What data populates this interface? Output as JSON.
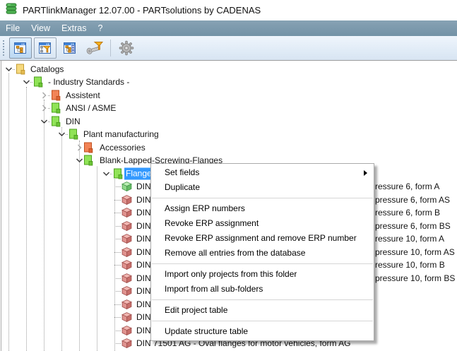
{
  "window": {
    "title": "PARTlinkManager 12.07.00 - PARTsolutions by CADENAS"
  },
  "menubar": {
    "items": [
      "File",
      "View",
      "Extras",
      "?"
    ]
  },
  "toolbar": {
    "buttons": [
      {
        "icon": "window-tree-icon",
        "state": "pressed"
      },
      {
        "icon": "window-tree-filter-icon",
        "state": "toggled"
      },
      {
        "icon": "window-tree-table-icon",
        "state": "normal"
      },
      {
        "icon": "bolt-filter-icon",
        "state": "normal"
      },
      {
        "icon": "gear-icon",
        "state": "disabled"
      }
    ]
  },
  "tree": {
    "rows": [
      {
        "label": "Catalogs",
        "depth": 0,
        "icon": "folder",
        "color": "yellow",
        "expander": "expanded"
      },
      {
        "label": "- Industry Standards -",
        "depth": 1,
        "icon": "folder",
        "color": "green",
        "expander": "expanded"
      },
      {
        "label": "Assistent",
        "depth": 2,
        "icon": "folder",
        "color": "orange",
        "expander": "collapsed"
      },
      {
        "label": "ANSI / ASME",
        "depth": 2,
        "icon": "folder",
        "color": "green",
        "expander": "collapsed"
      },
      {
        "label": "DIN",
        "depth": 2,
        "icon": "folder",
        "color": "green",
        "expander": "expanded"
      },
      {
        "label": "Plant manufacturing",
        "depth": 3,
        "icon": "folder",
        "color": "green",
        "expander": "expanded"
      },
      {
        "label": "Accessories",
        "depth": 4,
        "icon": "folder",
        "color": "orange",
        "expander": "collapsed"
      },
      {
        "label": "Blank-Lapped-Screwing-Flanges",
        "depth": 4,
        "icon": "folder",
        "color": "green",
        "expander": "expanded"
      },
      {
        "label": "Flanges",
        "depth": 5,
        "icon": "folder",
        "color": "green",
        "expander": "expanded",
        "selected": true
      },
      {
        "label": "DIN",
        "depth": 6,
        "icon": "cube",
        "color": "green",
        "suffix": "ressure 6, form A"
      },
      {
        "label": "DIN",
        "depth": 6,
        "icon": "cube",
        "color": "red",
        "suffix": "pressure 6, form AS"
      },
      {
        "label": "DIN",
        "depth": 6,
        "icon": "cube",
        "color": "red",
        "suffix": "ressure 6, form B"
      },
      {
        "label": "DIN",
        "depth": 6,
        "icon": "cube",
        "color": "red",
        "suffix": "pressure 6, form BS"
      },
      {
        "label": "DIN",
        "depth": 6,
        "icon": "cube",
        "color": "red",
        "suffix": "ressure 10, form A"
      },
      {
        "label": "DIN",
        "depth": 6,
        "icon": "cube",
        "color": "red",
        "suffix": "pressure 10, form AS"
      },
      {
        "label": "DIN",
        "depth": 6,
        "icon": "cube",
        "color": "red",
        "suffix": "ressure 10, form B"
      },
      {
        "label": "DIN",
        "depth": 6,
        "icon": "cube",
        "color": "red",
        "suffix": "pressure 10, form BS"
      },
      {
        "label": "DIN",
        "depth": 6,
        "icon": "cube",
        "color": "red"
      },
      {
        "label": "DIN",
        "depth": 6,
        "icon": "cube",
        "color": "red"
      },
      {
        "label": "DIN",
        "depth": 6,
        "icon": "cube",
        "color": "red"
      },
      {
        "label": "DIN",
        "depth": 6,
        "icon": "cube",
        "color": "red"
      },
      {
        "label": "DIN 71501 AG - Oval flanges for motor vehicles, form AG",
        "depth": 6,
        "icon": "cube",
        "color": "red"
      }
    ]
  },
  "context_menu": {
    "items": [
      {
        "label": "Set fields",
        "has_submenu": true
      },
      {
        "label": "Duplicate"
      },
      {
        "type": "separator"
      },
      {
        "label": "Assign ERP numbers"
      },
      {
        "label": "Revoke ERP assignment"
      },
      {
        "label": "Revoke ERP assignment and remove ERP number"
      },
      {
        "label": "Remove all entries from the database"
      },
      {
        "type": "separator"
      },
      {
        "label": "Import only projects from this folder"
      },
      {
        "label": "Import from all sub-folders"
      },
      {
        "type": "separator"
      },
      {
        "label": "Edit project table"
      },
      {
        "type": "separator"
      },
      {
        "label": "Update structure table"
      }
    ]
  },
  "colors": {
    "selection_bg": "#3399ff",
    "selection_text": "#ffffff",
    "menubar_bg": "#7e9aad",
    "folder": {
      "yellow": {
        "fill": "#f6d97e",
        "edge": "#e5bb52",
        "stroke": "#c19a33"
      },
      "green": {
        "fill": "#90e357",
        "edge": "#6cc437",
        "stroke": "#4ea01f"
      },
      "orange": {
        "fill": "#f28457",
        "edge": "#dd6434",
        "stroke": "#bf4f1f"
      }
    },
    "cube": {
      "green": {
        "top": "#bdeeb6",
        "left": "#8fd88b",
        "right": "#63bb64",
        "stroke": "#4a9a50"
      },
      "red": {
        "top": "#f2b7b2",
        "left": "#e0938f",
        "right": "#c76e6a",
        "stroke": "#a45553"
      }
    }
  }
}
